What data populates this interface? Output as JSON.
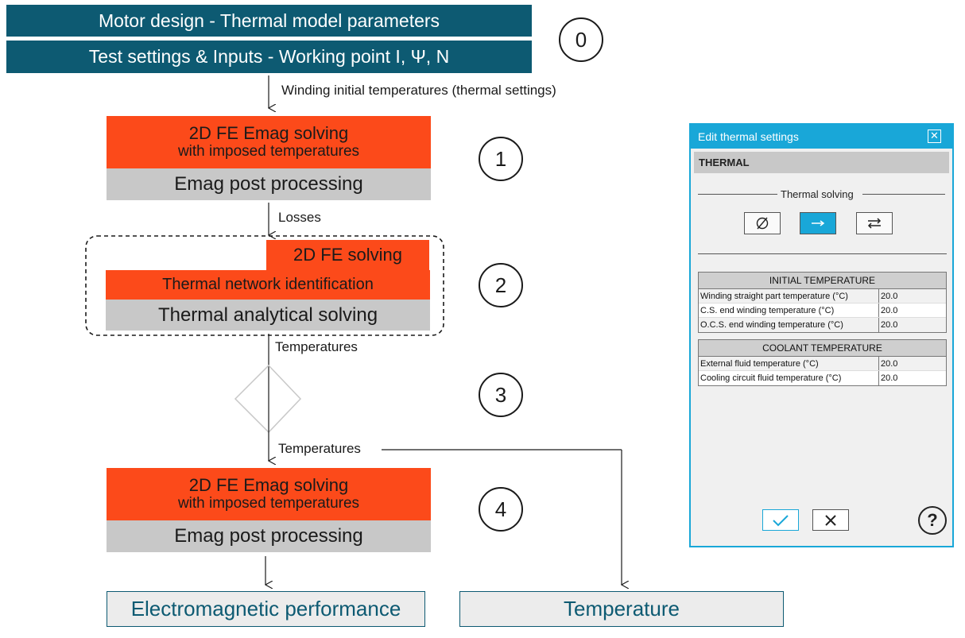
{
  "top": {
    "box1": "Motor design - Thermal model parameters",
    "box2": "Test settings & Inputs - Working point I, Ψ, N"
  },
  "steps": {
    "s0": "0",
    "s1": "1",
    "s2": "2",
    "s3": "3",
    "s4": "4"
  },
  "labels": {
    "winding_init": "Winding initial temperatures (thermal settings)",
    "losses": "Losses",
    "temperatures1": "Temperatures",
    "temperatures2": "Temperatures"
  },
  "block1": {
    "title": "2D FE Emag solving",
    "subtitle": "with imposed temperatures",
    "post": "Emag post processing"
  },
  "block2": {
    "fe": "2D FE solving",
    "network": "Thermal network identification",
    "analytical": "Thermal analytical solving"
  },
  "block4": {
    "title": "2D FE Emag solving",
    "subtitle": "with imposed temperatures",
    "post": "Emag post processing"
  },
  "outputs": {
    "emag": "Electromagnetic performance",
    "temp": "Temperature"
  },
  "dialog": {
    "title": "Edit thermal settings",
    "section": "THERMAL",
    "solving_label": "Thermal solving",
    "initial_table": {
      "header": "INITIAL TEMPERATURE",
      "rows": [
        {
          "label": "Winding straight part temperature (°C)",
          "value": "20.0"
        },
        {
          "label": "C.S. end winding temperature (°C)",
          "value": "20.0"
        },
        {
          "label": "O.C.S. end winding temperature (°C)",
          "value": "20.0"
        }
      ]
    },
    "coolant_table": {
      "header": "COOLANT TEMPERATURE",
      "rows": [
        {
          "label": "External fluid temperature (°C)",
          "value": "20.0"
        },
        {
          "label": "Cooling circuit fluid temperature (°C)",
          "value": "20.0"
        }
      ]
    },
    "help": "?"
  },
  "colors": {
    "teal": "#0d5a72",
    "orange": "#fc4a1a",
    "gray": "#c8c8c8",
    "dialog_accent": "#19a7d8"
  },
  "icons": {
    "close": "close-icon",
    "none": "empty-set-icon",
    "one_way": "arrow-right-icon",
    "two_way": "swap-arrows-icon",
    "ok": "check-icon",
    "cancel": "x-icon",
    "help": "help-icon"
  }
}
